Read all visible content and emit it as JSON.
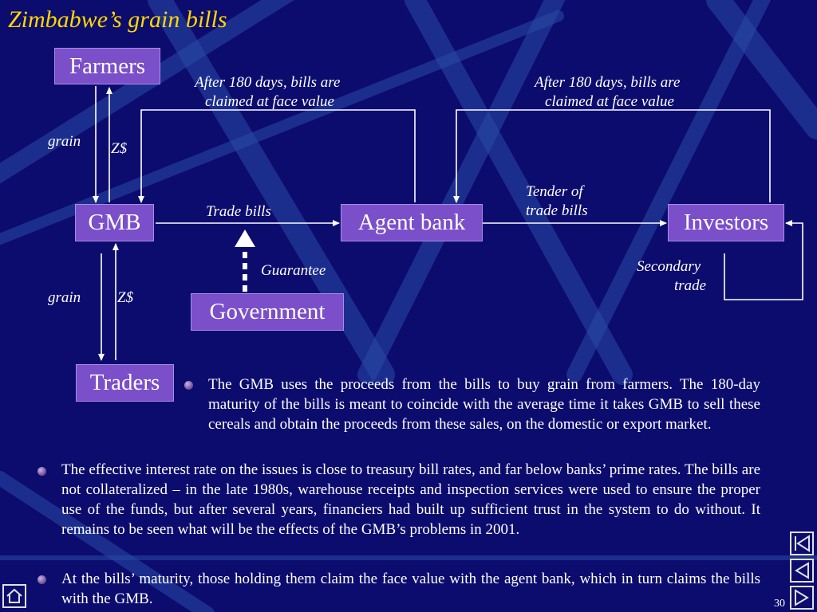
{
  "title": "Zimbabwe’s grain bills",
  "nodes": {
    "farmers": "Farmers",
    "gmb": "GMB",
    "agent_bank": "Agent bank",
    "investors": "Investors",
    "government": "Government",
    "traders": "Traders"
  },
  "labels": {
    "grain_top": "grain",
    "zd_top": "Z$",
    "grain_bottom": "grain",
    "zd_bottom": "Z$",
    "claim_left_1": "After 180 days, bills are",
    "claim_left_2": "claimed at face value",
    "claim_right_1": "After 180 days, bills are",
    "claim_right_2": "claimed at face value",
    "trade_bills": "Trade bills",
    "tender_1": "Tender of",
    "tender_2": "trade bills",
    "guarantee": "Guarantee",
    "secondary_1": "Secondary",
    "secondary_2": "trade"
  },
  "bullets": [
    "The GMB uses the proceeds from the bills to buy grain from farmers.  The 180-day maturity of the bills is meant to coincide with the average time it takes GMB to sell these cereals and obtain the proceeds from these sales, on the domestic or export market.",
    "The effective interest rate on the issues is close to treasury bill rates, and far below banks’ prime rates.  The bills are not collateralized – in the late 1980s, warehouse receipts and inspection services were used to ensure the proper use of the funds, but after several years, financiers had built up sufficient trust in the system to do without.  It remains to be seen what will be the effects of the GMB’s problems in 2001.",
    "At the bills’ maturity, those holding them claim the face value with the agent bank, which in turn claims the bills with the GMB."
  ],
  "page_number": "30",
  "colors": {
    "background": "#0c0c6e",
    "title": "#ffd700",
    "node": "#7b4fc9"
  }
}
